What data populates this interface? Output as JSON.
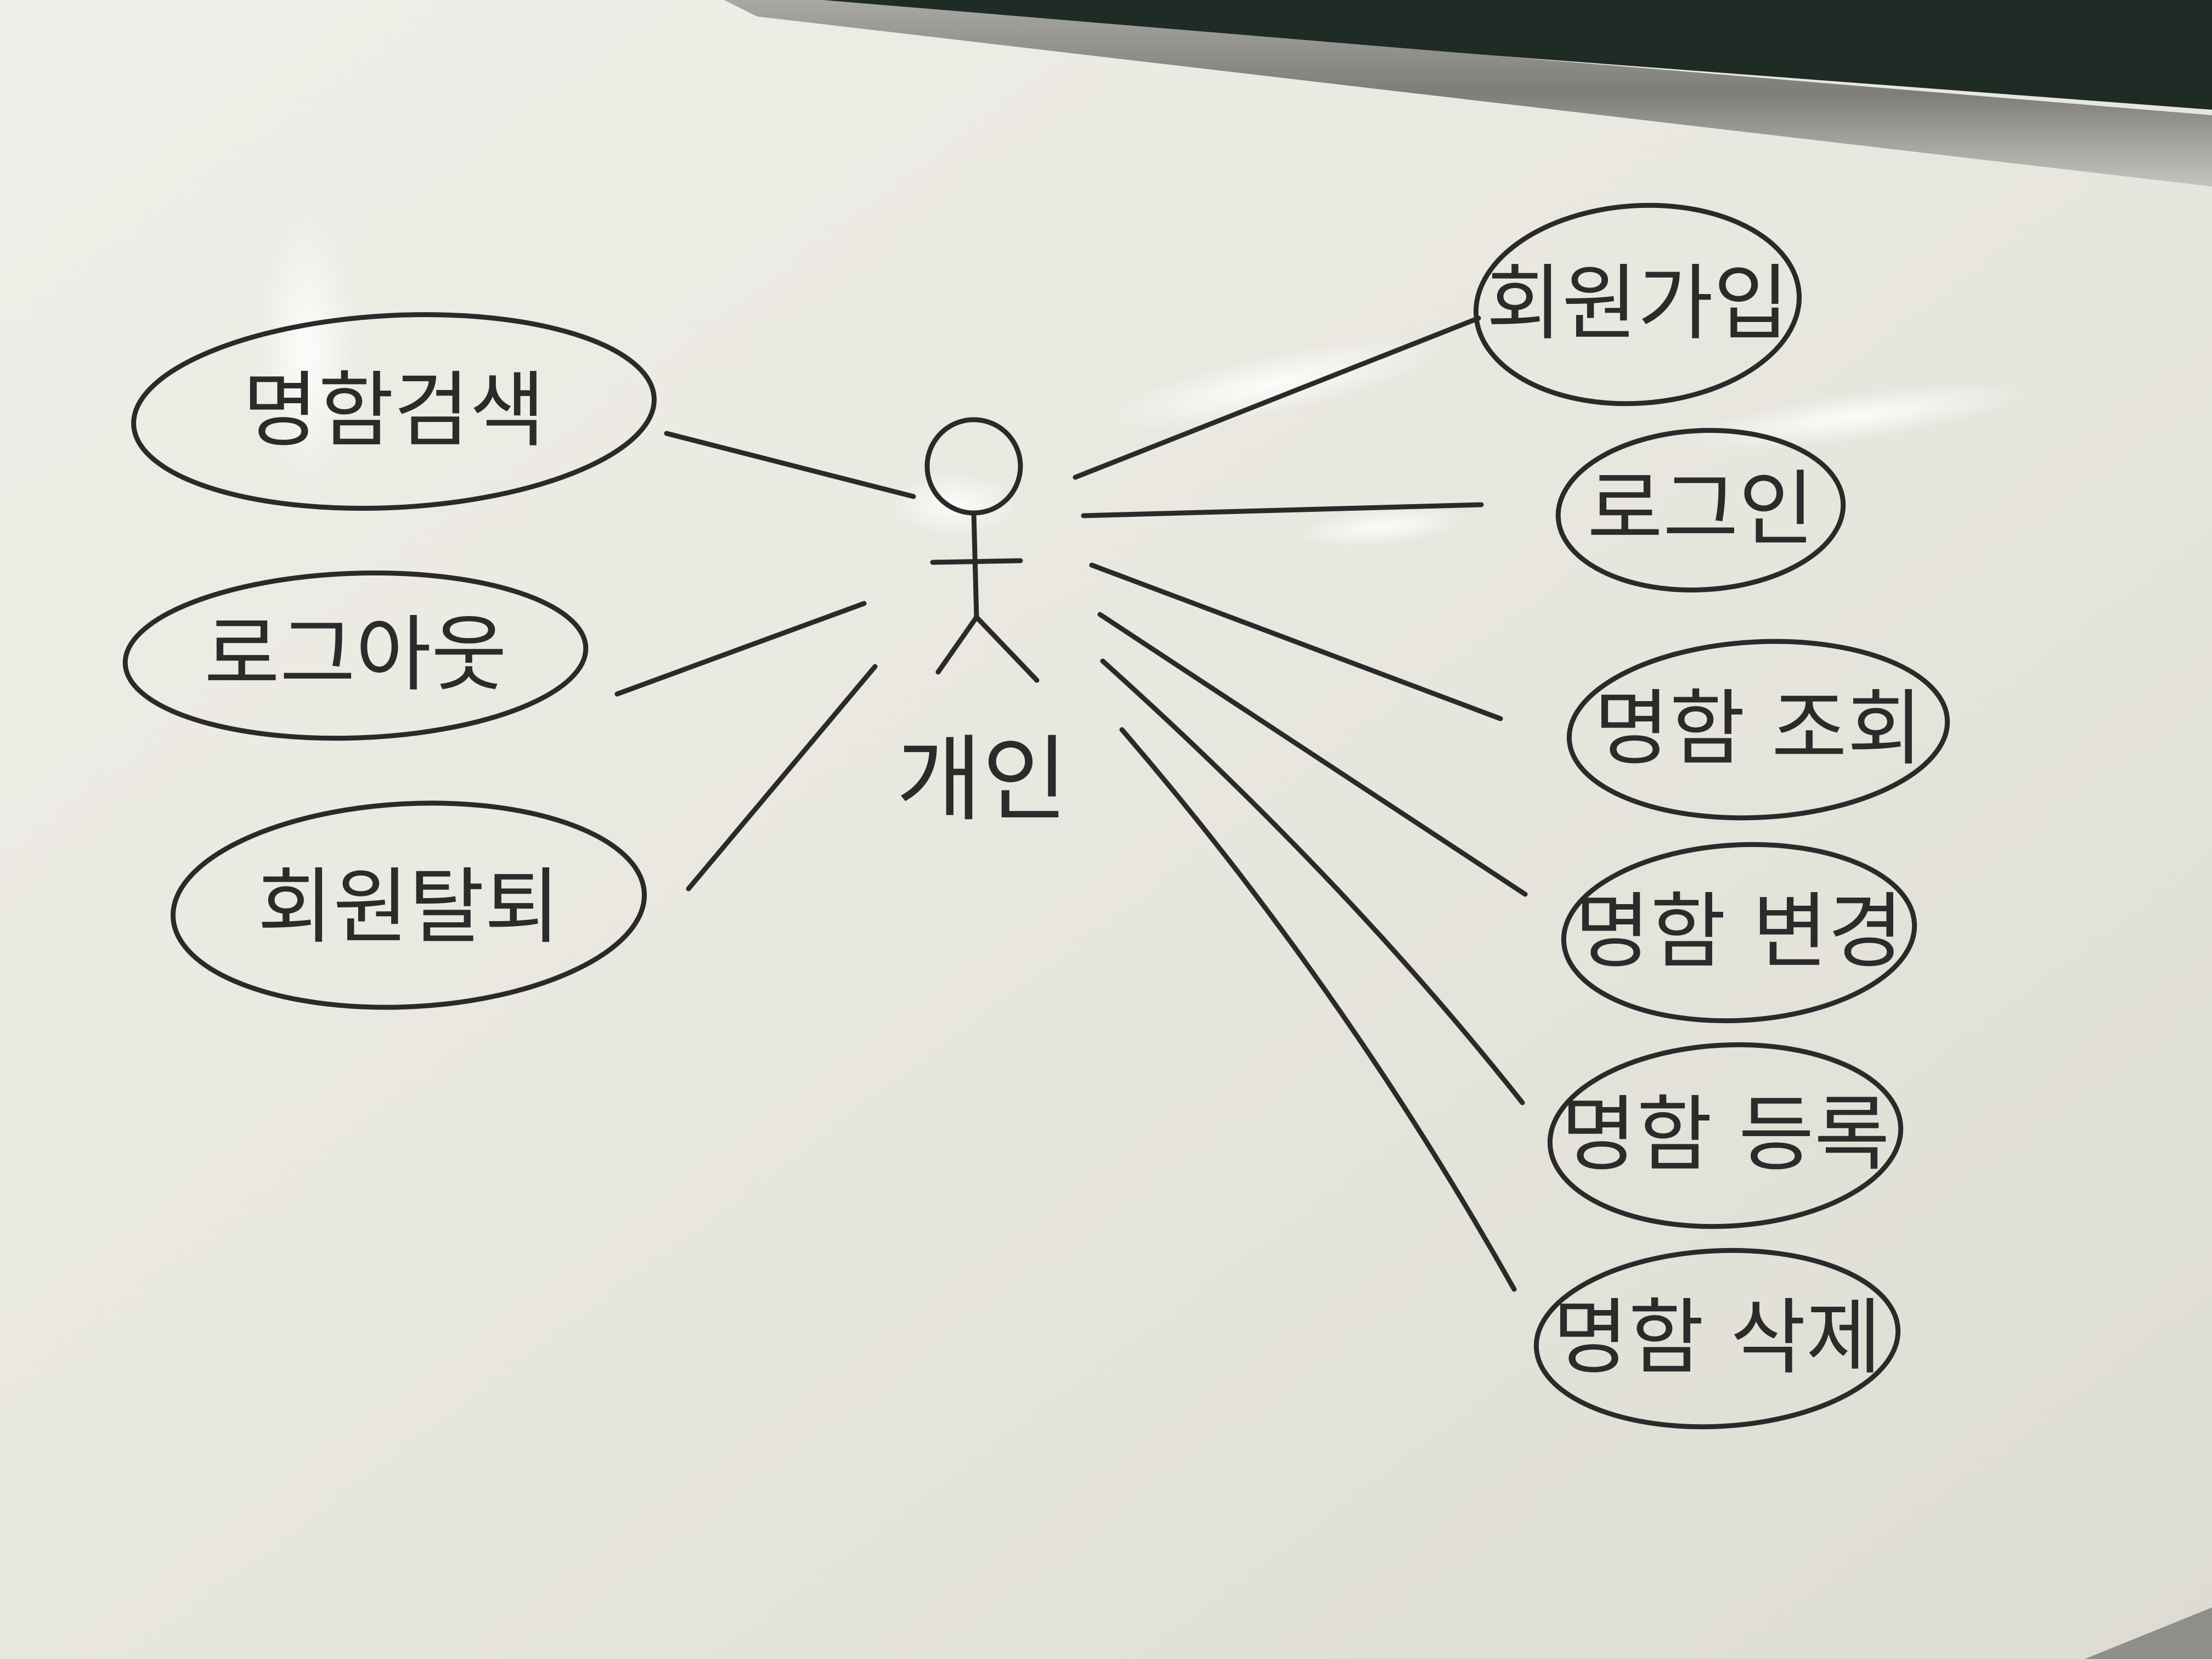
{
  "actor": {
    "name": "개인"
  },
  "use_cases": {
    "left": [
      {
        "id": "card-search",
        "label": "명함검색"
      },
      {
        "id": "logout",
        "label": "로그아웃"
      },
      {
        "id": "withdraw",
        "label": "회원탈퇴"
      }
    ],
    "right": [
      {
        "id": "signup",
        "label": "회원가입"
      },
      {
        "id": "login",
        "label": "로그인"
      },
      {
        "id": "card-view",
        "label": "명함 조회"
      },
      {
        "id": "card-edit",
        "label": "명함 변경"
      },
      {
        "id": "card-register",
        "label": "명함 등록"
      },
      {
        "id": "card-delete",
        "label": "명함 삭제"
      }
    ]
  },
  "colors": {
    "board": "#ecebe4",
    "frame": "#8e8e8a",
    "ink": "#2a2a2a",
    "corner": "#1f2b25"
  }
}
